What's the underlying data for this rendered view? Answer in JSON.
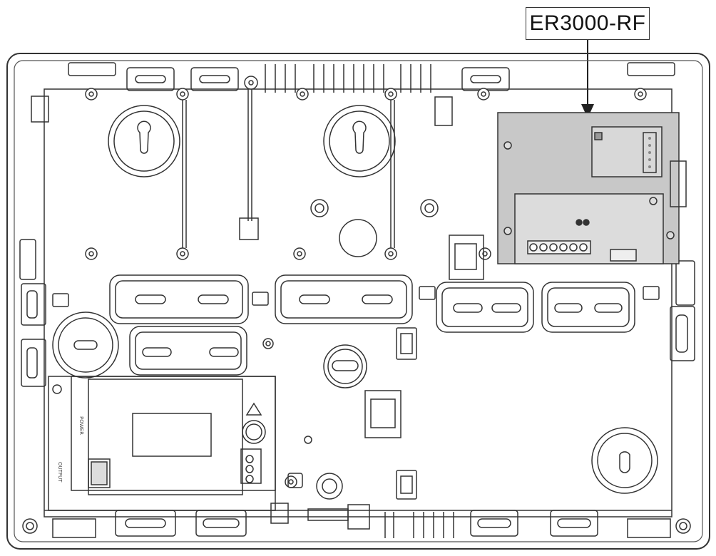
{
  "callout": {
    "label": "ER3000-RF"
  },
  "power_module": {
    "power_label": "POWER",
    "output_label": "OUTPUT"
  },
  "colors": {
    "line": "#333333",
    "board_fill": "#c8c8c8",
    "background": "#ffffff"
  }
}
